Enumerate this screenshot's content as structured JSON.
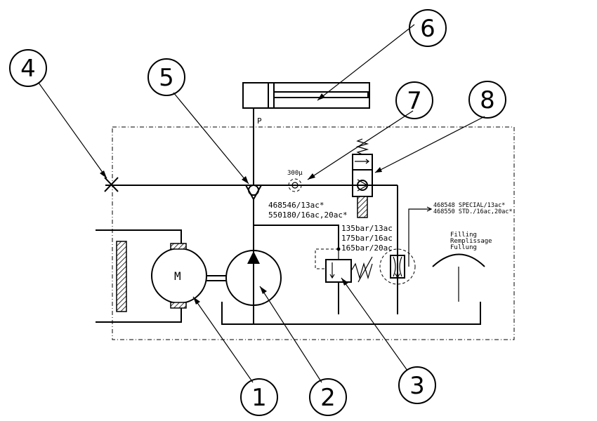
{
  "callouts": [
    {
      "id": "1",
      "label": "1"
    },
    {
      "id": "2",
      "label": "2"
    },
    {
      "id": "3",
      "label": "3"
    },
    {
      "id": "4",
      "label": "4"
    },
    {
      "id": "5",
      "label": "5"
    },
    {
      "id": "6",
      "label": "6"
    },
    {
      "id": "7",
      "label": "7"
    },
    {
      "id": "8",
      "label": "8"
    }
  ],
  "labels": {
    "port_p": "P",
    "motor": "M",
    "filter_micron": "300µ",
    "check_valve_line1": "468546/13ac*",
    "check_valve_line2": "550180/16ac,20ac*",
    "relief_line1": "135bar/13ac",
    "relief_line2": "175bar/16ac",
    "relief_line3": "165bar/20ac",
    "restrictor_line1": "468548 SPECIAL/13ac*",
    "restrictor_line2": "468550 STD./16ac,20ac*",
    "filling_line1": "Filling",
    "filling_line2": "Remplissage",
    "filling_line3": "Fullung"
  }
}
